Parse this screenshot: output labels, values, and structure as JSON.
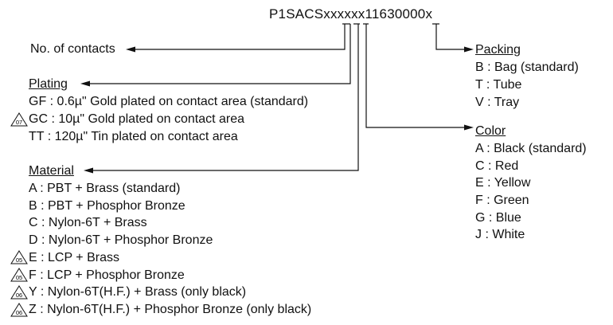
{
  "part_number": "P1SACSxxxxxx11630000x",
  "contacts_label": "No. of contacts",
  "plating": {
    "title": "Plating",
    "items": [
      {
        "text": "GF : 0.6µ\" Gold plated on contact area (standard)",
        "badge": ""
      },
      {
        "text": "GC : 10µ\" Gold plated on contact area",
        "badge": "07"
      },
      {
        "text": "TT : 120µ\" Tin plated on contact area",
        "badge": ""
      }
    ]
  },
  "material": {
    "title": "Material",
    "items": [
      {
        "text": "A : PBT + Brass (standard)",
        "badge": ""
      },
      {
        "text": "B : PBT + Phosphor Bronze",
        "badge": ""
      },
      {
        "text": "C : Nylon-6T + Brass",
        "badge": ""
      },
      {
        "text": "D : Nylon-6T + Phosphor Bronze",
        "badge": ""
      },
      {
        "text": "E : LCP + Brass",
        "badge": "05"
      },
      {
        "text": "F : LCP + Phosphor Bronze",
        "badge": "05"
      },
      {
        "text": "Y : Nylon-6T(H.F.) + Brass (only black)",
        "badge": "06"
      },
      {
        "text": "Z : Nylon-6T(H.F.) + Phosphor Bronze (only black)",
        "badge": "06"
      }
    ]
  },
  "packing": {
    "title": "Packing",
    "items": [
      {
        "text": "B : Bag (standard)"
      },
      {
        "text": "T : Tube"
      },
      {
        "text": "V : Tray"
      }
    ]
  },
  "color": {
    "title": "Color",
    "items": [
      {
        "text": "A : Black (standard)"
      },
      {
        "text": "C : Red"
      },
      {
        "text": "E : Yellow"
      },
      {
        "text": "F : Green"
      },
      {
        "text": "G : Blue"
      },
      {
        "text": "J : White"
      }
    ]
  },
  "colors": {
    "ink": "#111111"
  }
}
